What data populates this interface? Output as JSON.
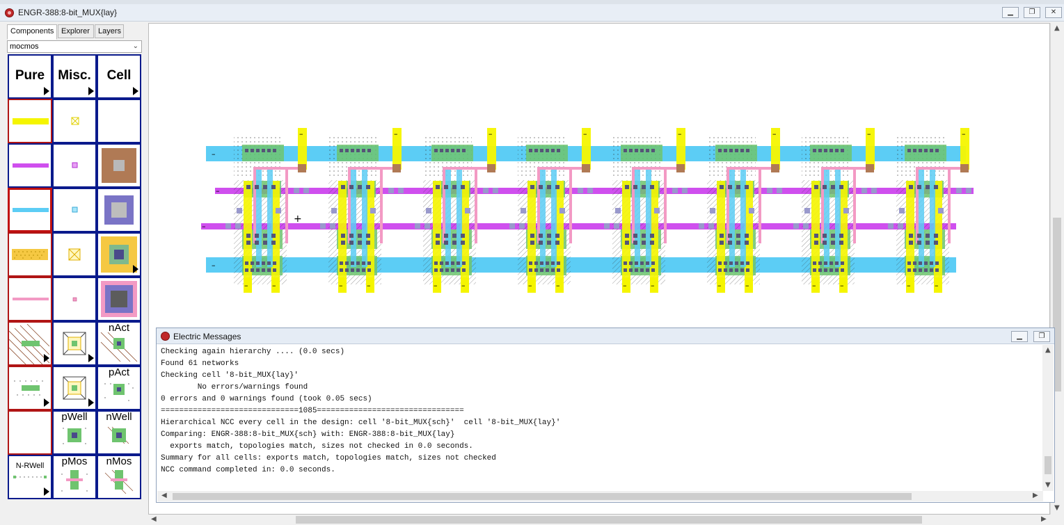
{
  "window": {
    "title": "ENGR-388:8-bit_MUX{lay}"
  },
  "left_panel": {
    "tabs": [
      "Components",
      "Explorer",
      "Layers"
    ],
    "active_tab": "Components",
    "technology": "mocmos",
    "column_headers": [
      "Pure",
      "Misc.",
      "Cell"
    ],
    "cell_labels": {
      "nact": "nAct",
      "pact": "pAct",
      "pwell": "pWell",
      "nwell": "nWell",
      "nrwell": "N-RWell",
      "pmos": "pMos",
      "nmos": "nMos"
    }
  },
  "layout": {
    "bit_cells": 8,
    "minus_label": "–"
  },
  "messages": {
    "title": "Electric Messages",
    "lines": [
      "Checking again hierarchy .... (0.0 secs)",
      "Found 61 networks",
      "Checking cell '8-bit_MUX{lay}'",
      "        No errors/warnings found",
      "0 errors and 0 warnings found (took 0.05 secs)",
      "==============================1085================================",
      "Hierarchical NCC every cell in the design: cell '8-bit_MUX{sch}'  cell '8-bit_MUX{lay}'",
      "Comparing: ENGR-388:8-bit_MUX{sch} with: ENGR-388:8-bit_MUX{lay}",
      "  exports match, topologies match, sizes not checked in 0.0 seconds.",
      "Summary for all cells: exports match, topologies match, sizes not checked",
      "NCC command completed in: 0.0 seconds."
    ]
  },
  "colors": {
    "poly": "#f5f500",
    "metal1": "#5ccdf5",
    "metal2": "#cf4fee",
    "pwire": "#f39ac4",
    "active": "#6fc46f",
    "contact": "#9999cc",
    "well": "#b07a55"
  }
}
